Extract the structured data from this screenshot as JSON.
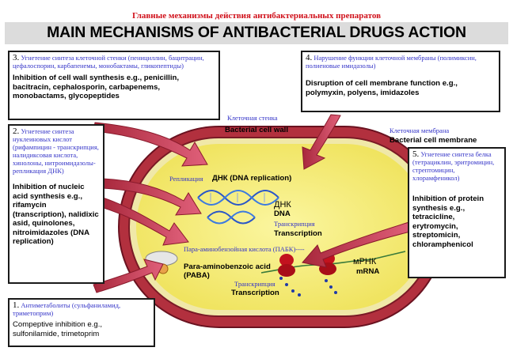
{
  "title_ru": "Главные механизмы действия антибактериальных препаратов",
  "title_en": "MAIN MECHANISMS OF ANTIBACTERIAL DRUGS ACTION",
  "boxes": {
    "b3": {
      "num": "3.",
      "ru": "Угнетение синтеза клеточной стенки (пенициллин, бацитрацин, цефалоспорин, карбапенемы, монобактамы, гликопептиды)",
      "en": "Inhibition of cell wall synthesis e.g., penicillin, bacitracin, cephalosporin, carbapenems, monobactams, glycopeptides"
    },
    "b4": {
      "num": "4.",
      "ru": "Нарушение функции клеточной мембраны (полимиксин, полиеновые имидазолы)",
      "en": "Disruption of cell membrane function e.g., polymyxin, polyens, imidazoles"
    },
    "b2": {
      "num": "2.",
      "ru": "Угнетение синтеза нуклеиновых кислот (рифампицин - транскрипция, налидиксовая кислота, хинолоны, нитроимидазолы- репликация ДНК)",
      "en": "Inhibition of nucleic acid synthesis e.g., rifamycin (transcription), nalidixic asid, quinolones, nitroimidazoles (DNA replication)"
    },
    "b5": {
      "num": "5.",
      "ru": "Угнетение синтеза белка (тетрациклин, эритромицин, стрептомицин, хлорамфеникол)",
      "en": "Inhibition of protein synthesis e.g., tetracicline, erytromycin, streptomicin, chloramphenicol"
    },
    "b1": {
      "num": "1.",
      "ru": "Антиметаболиты (сульфаниламид, триметоприм)",
      "en": "Compeptive inhibition e.g., sulfonilamide, trimetoprim"
    }
  },
  "labels": {
    "cell_wall_ru": "Клеточная стенка",
    "cell_wall_en": "Bacterial cell wall",
    "membrane_ru": "Клеточная мембрана",
    "membrane_en": "Bacterial cell membrane",
    "replication_ru": "Репликация",
    "dnk_replication": "ДНК (DNA replication)",
    "dnk": "ДНК",
    "dna": "DNA",
    "transcription_ru": "Транскрипция",
    "transcription_en": "Transcription",
    "paba_ru": "Пара-аминобензойная кислота (ПАБК)----",
    "paba_en": "Para-aminobenzoic acid (PABA)",
    "transcription2_ru": "Транскрипция",
    "transcription2_en": "Transcription",
    "mrnk": "мРНК",
    "mrna": "mRNA"
  }
}
